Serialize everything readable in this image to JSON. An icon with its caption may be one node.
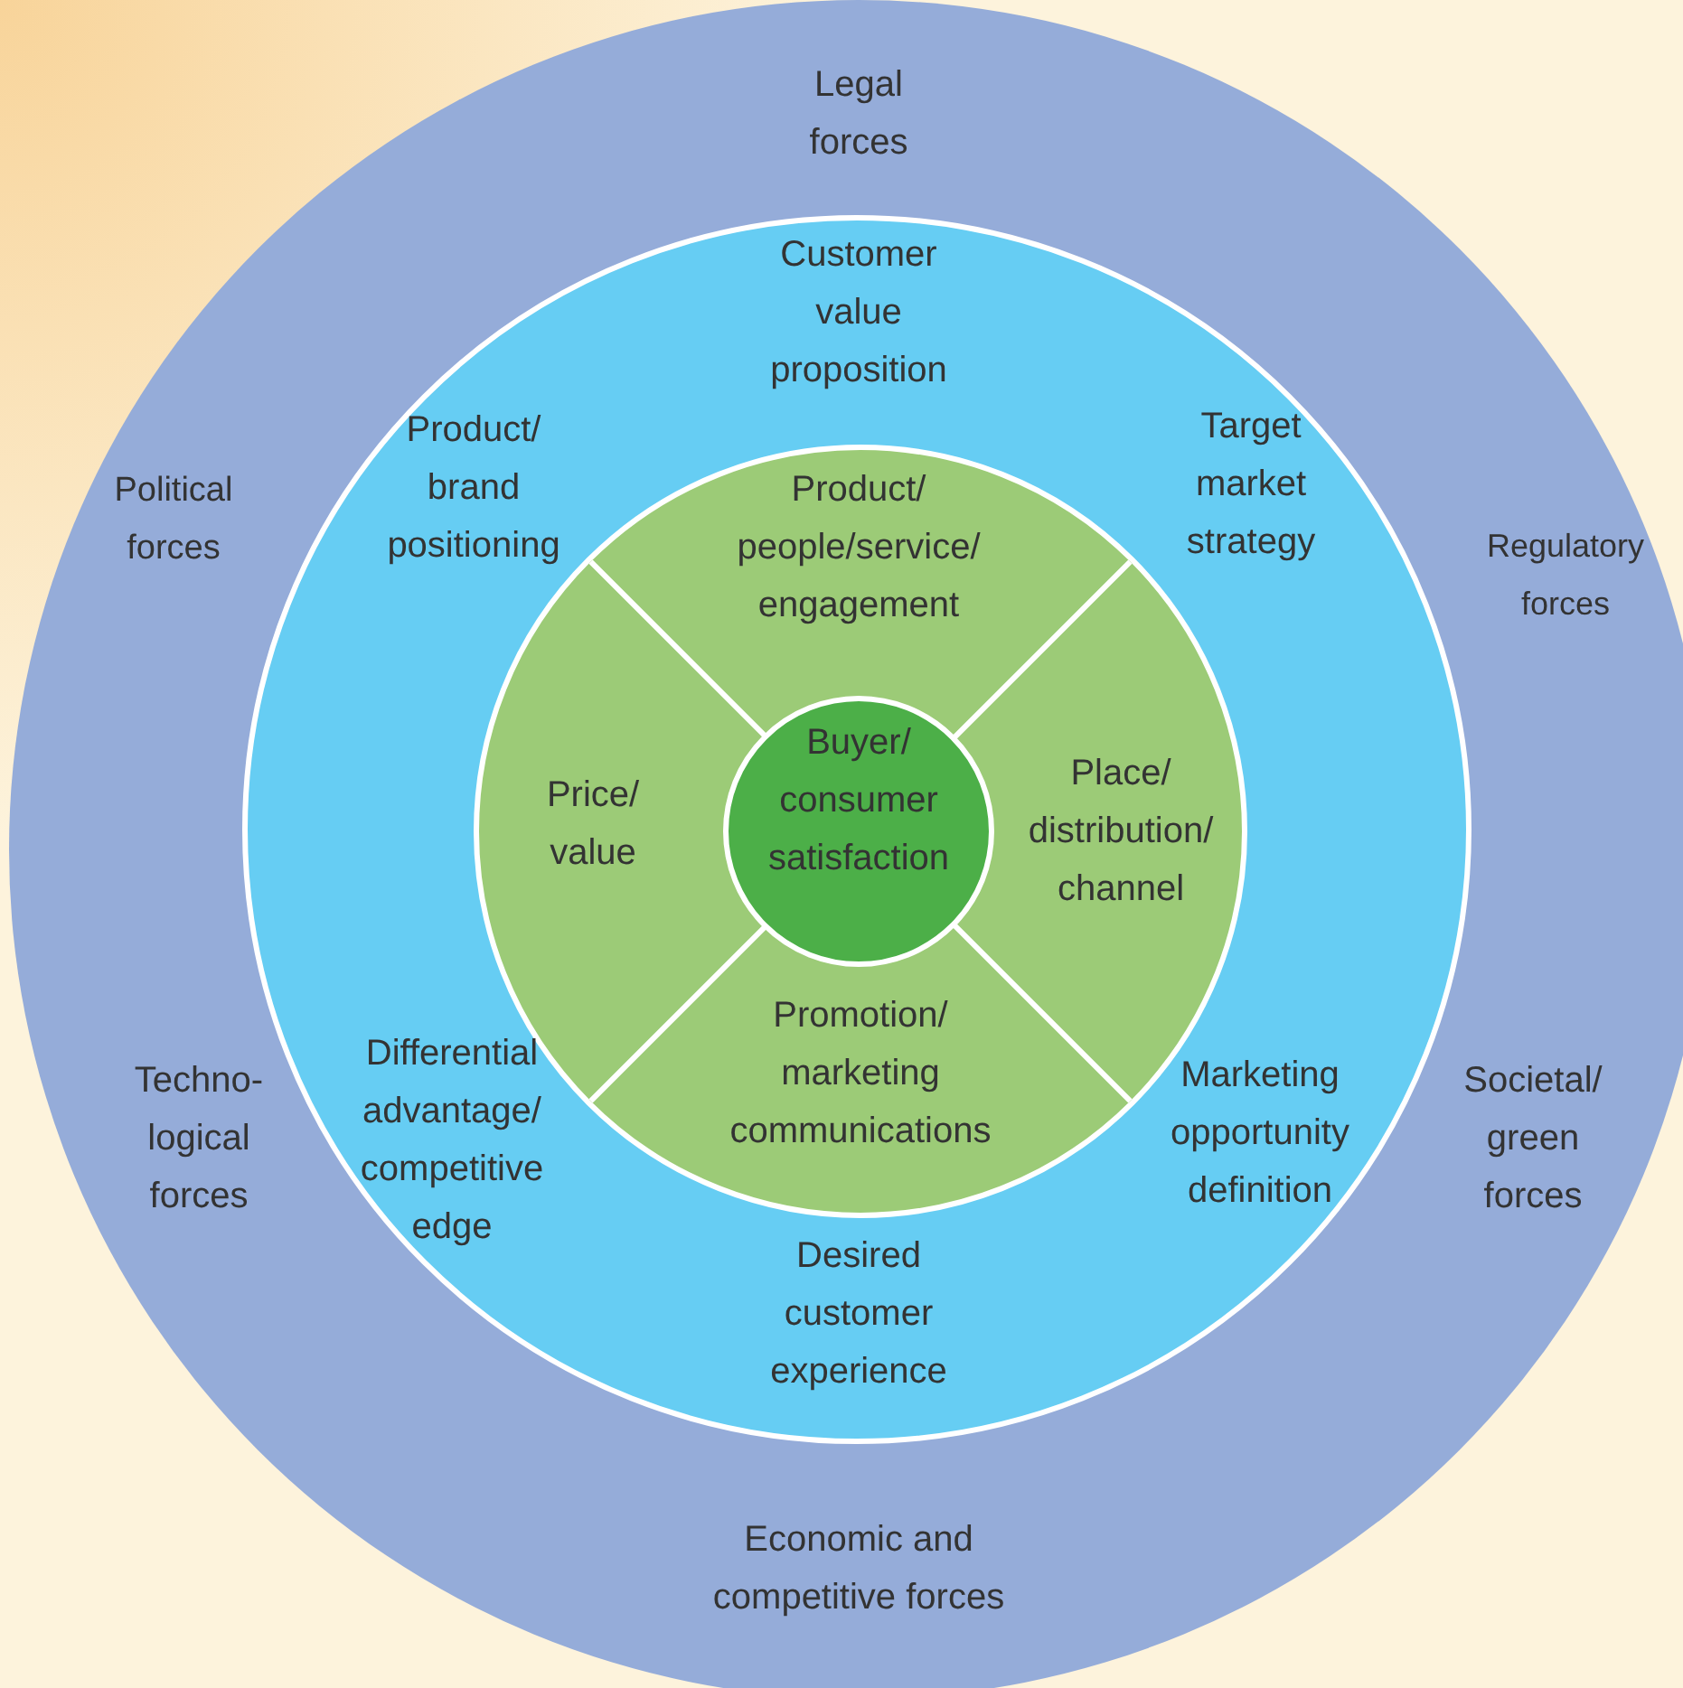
{
  "diagram": {
    "nodes": [
      {
        "text": [
          "Legal forces",
          "Political forces",
          "Regulatory forces",
          "Techno- logical forces",
          "Societal/ green forces",
          "Economic and competitive forces"
        ]
      },
      {
        "text": [
          "Customer value proposition",
          "Product/ brand positioning",
          "Target market strategy",
          "Differential advantage/ competitive edge",
          "Marketing opportunity definition",
          "Desired customer experience"
        ],
        "in": 0
      },
      {
        "text": [],
        "shape": "circle",
        "in": 1
      },
      {
        "text": [
          "Product/ people/service/ engagement"
        ],
        "in": 2
      },
      {
        "text": [
          "Price/ value"
        ],
        "in": 2
      },
      {
        "text": [
          "Buyer/ consumer satisfaction"
        ],
        "in": 2
      },
      {
        "text": [
          "Place/ distribution/ channel"
        ],
        "in": 2
      },
      {
        "text": [
          "Promotion/ marketing communications"
        ],
        "in": 2
      }
    ],
    "edges": []
  }
}
